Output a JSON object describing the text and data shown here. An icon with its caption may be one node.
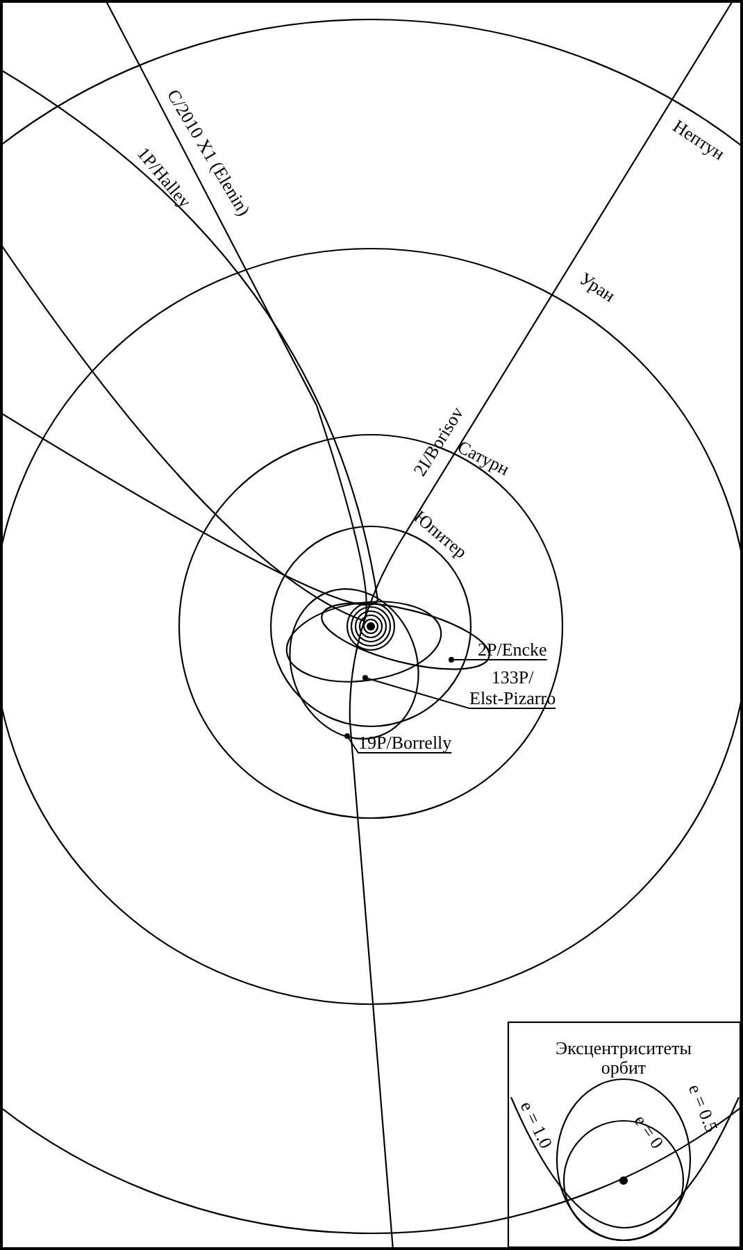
{
  "diagram": {
    "nodes": [
      {
        "text": [
          "2P/Encke"
        ]
      },
      {
        "text": [
          "133P/ Elst-Pizarro"
        ]
      },
      {
        "text": [
          "19P/Borrelly"
        ]
      }
    ],
    "edges": [
      {
        "from": 0,
        "to": null,
        "arrow": "other"
      },
      {
        "from": 1,
        "to": null,
        "arrow": "other"
      },
      {
        "from": 2,
        "to": null,
        "arrow": "other"
      }
    ],
    "labels": [
      "C/2010 X1 (Elenin)",
      "Нептун",
      "1P/Halley",
      "Уран",
      "2I/Borisov",
      "Сатурн",
      "Юпитер",
      "Эксцентриситеты орбит",
      "e = 0.5",
      "e = 1.0",
      "e = 0"
    ]
  }
}
